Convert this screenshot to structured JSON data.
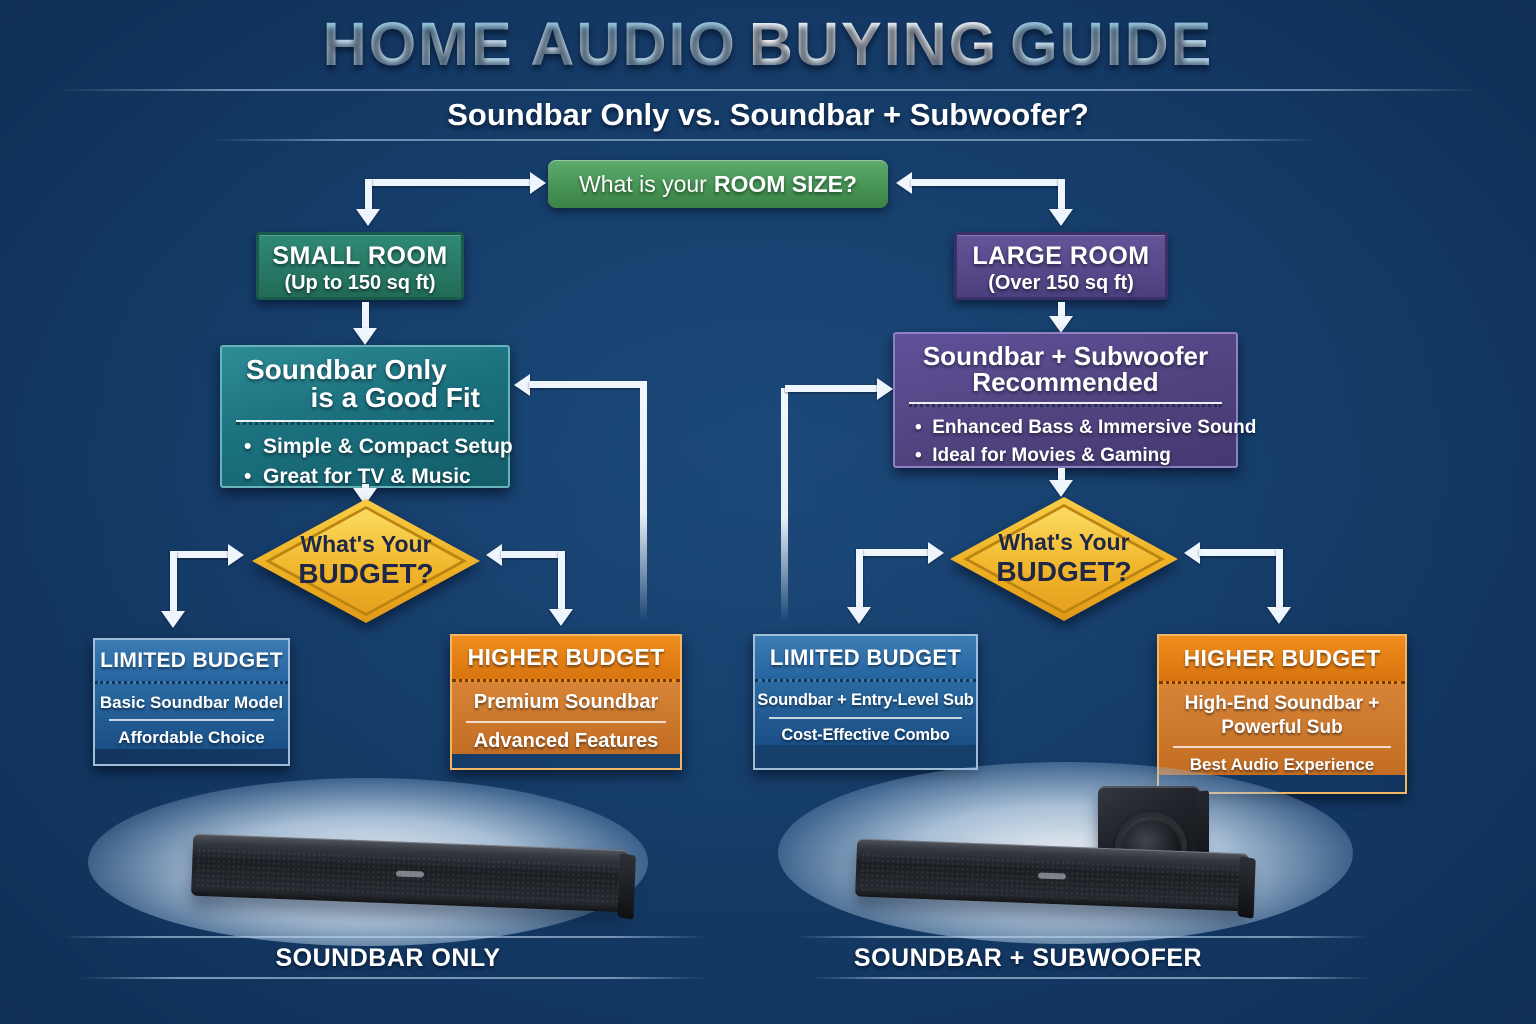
{
  "header": {
    "title_segments": [
      {
        "text": "HOME AUDIO",
        "style": "blue"
      },
      {
        "text": "BUYING",
        "style": "white"
      },
      {
        "text": "GUIDE",
        "style": "blue"
      }
    ],
    "subtitle": "Soundbar Only vs. Soundbar + Subwoofer?"
  },
  "flow": {
    "room_question": {
      "prefix": "What is your",
      "emphasis": "ROOM SIZE?"
    },
    "small_room": {
      "title": "SMALL ROOM",
      "subtitle": "(Up to 150 sq ft)"
    },
    "large_room": {
      "title": "LARGE ROOM",
      "subtitle": "(Over 150 sq ft)"
    },
    "soundbar_only": {
      "title_line1": "Soundbar Only",
      "title_line2": "is a Good Fit",
      "bullets": [
        "Simple & Compact Setup",
        "Great for TV & Music"
      ]
    },
    "soundbar_subwoofer": {
      "title_line1": "Soundbar + Subwoofer",
      "title_line2": "Recommended",
      "bullets": [
        "Enhanced Bass & Immersive Sound",
        "Ideal for Movies & Gaming"
      ]
    },
    "budget_question": {
      "line1": "What's Your",
      "line2": "BUDGET?"
    },
    "left_limited": {
      "header": "LIMITED BUDGET",
      "bullets": [
        "Basic Soundbar Model",
        "Affordable Choice"
      ]
    },
    "left_higher": {
      "header": "HIGHER BUDGET",
      "bullets": [
        "Premium Soundbar",
        "Advanced Features"
      ]
    },
    "right_limited": {
      "header": "LIMITED BUDGET",
      "bullets": [
        "Soundbar + Entry-Level Sub",
        "Cost-Effective Combo"
      ]
    },
    "right_higher": {
      "header": "HIGHER BUDGET",
      "bullets": [
        "High-End Soundbar + Powerful Sub",
        "Best Audio Experience"
      ]
    }
  },
  "footer": {
    "left_label": "SOUNDBAR ONLY",
    "right_label": "SOUNDBAR + SUBWOOFER"
  },
  "colors": {
    "background": "#123660",
    "question_green": "#459253",
    "teal": "#1b717e",
    "purple": "#51437f",
    "diamond_gold": "#f1b82d",
    "budget_blue": "#26649f",
    "budget_orange": "#d9740f"
  }
}
